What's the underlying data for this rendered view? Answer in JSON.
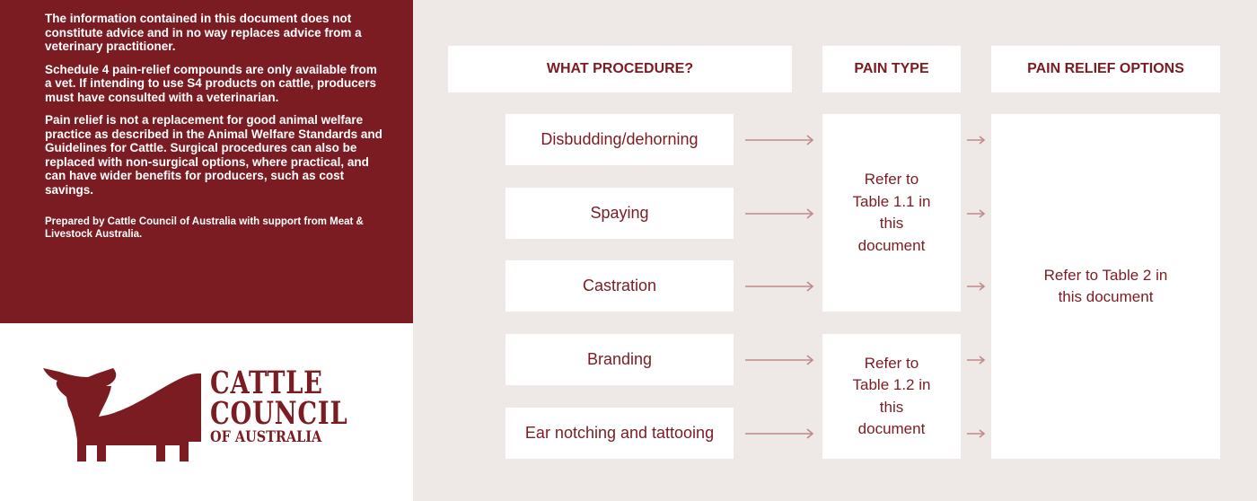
{
  "disclaimer": {
    "p1": "The information contained in this document does not constitute advice and in no way replaces advice from a veterinary practitioner.",
    "p2": "Schedule 4 pain-relief compounds are only available from a vet. If intending to use S4 products on cattle, producers must have consulted with a veterinarian.",
    "p3": "Pain relief is not a replacement for good animal welfare practice as described in the Animal Welfare Standards and Guidelines for Cattle. Surgical procedures can also be replaced with non-surgical options, where practical, and can have wider benefits for producers, such as cost savings.",
    "credit": "Prepared by Cattle Council of Australia with support from Meat & Livestock Australia."
  },
  "logo": {
    "line1": "CATTLE",
    "line2": "COUNCIL",
    "line3": "OF AUSTRALIA"
  },
  "headers": {
    "procedure": "WHAT PROCEDURE?",
    "pain_type": "PAIN TYPE",
    "relief": "PAIN RELIEF OPTIONS"
  },
  "procedures": [
    "Disbudding/dehorning",
    "Spaying",
    "Castration",
    "Branding",
    "Ear notching and tattooing"
  ],
  "pain_refs": [
    "Refer to Table 1.1 in this document",
    "Refer to Table 1.2 in this document"
  ],
  "relief_ref": "Refer to Table 2 in this document",
  "colors": {
    "maroon": "#7a1c22",
    "background": "#eee9e6",
    "arrow": "#c08a8a"
  }
}
